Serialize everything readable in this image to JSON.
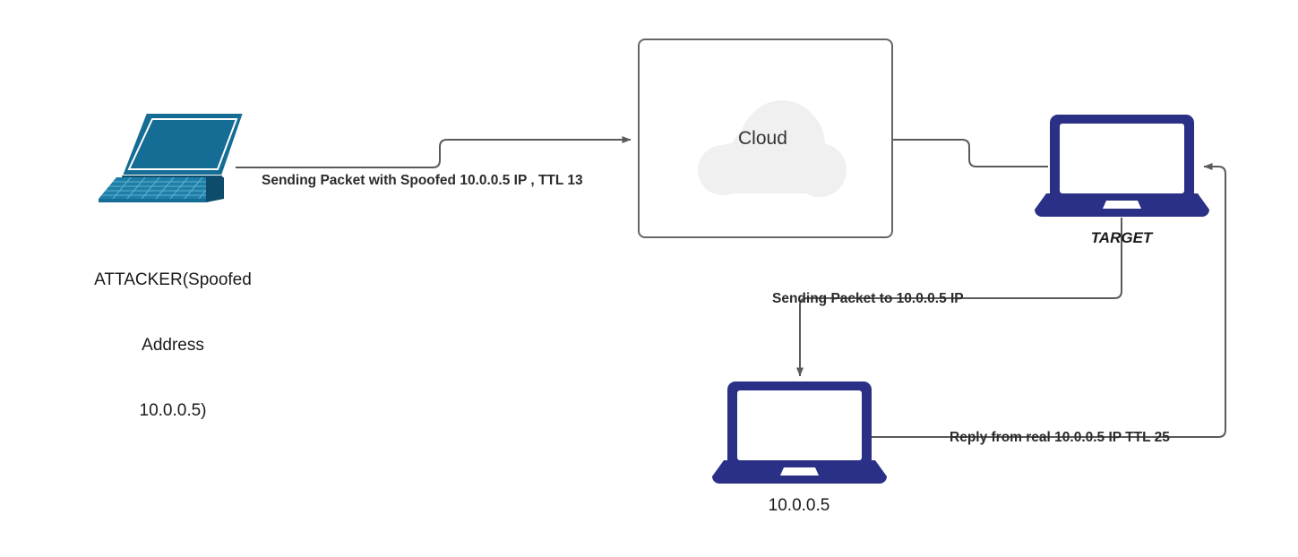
{
  "diagram": {
    "title": "IP Spoofing TTL Analysis Network Diagram",
    "background": "#ffffff",
    "colors": {
      "attacker_device": "#156C94",
      "target_device": "#2B3087",
      "wire": "#666666",
      "cloud_fill": "#F0F0F0",
      "box_border": "#666666",
      "text": "#1a1a1a",
      "edge_label_text": "#2b2b2b"
    }
  },
  "nodes": {
    "attacker": {
      "icon": "laptop-classic-icon",
      "label_line1": "ATTACKER(Spoofed",
      "label_line2": "Address",
      "label_line3": "10.0.0.5)"
    },
    "cloud": {
      "icon": "cloud-icon",
      "label": "Cloud"
    },
    "target": {
      "icon": "laptop-icon",
      "label": "TARGET"
    },
    "victim": {
      "icon": "laptop-icon",
      "label": "10.0.0.5"
    }
  },
  "edges": {
    "attacker_to_cloud": {
      "label": "Sending Packet with Spoofed 10.0.0.5 IP , TTL 13",
      "from": "attacker",
      "to": "cloud",
      "arrow": "end"
    },
    "cloud_to_target": {
      "label": "",
      "from": "cloud",
      "to": "target",
      "arrow": "none"
    },
    "target_to_victim": {
      "label": "Sending Packet to 10.0.0.5 IP",
      "from": "target",
      "to": "victim",
      "arrow": "end"
    },
    "victim_to_target": {
      "label": "Reply from real 10.0.0.5 IP TTL 25",
      "from": "victim",
      "to": "target",
      "arrow": "end"
    }
  }
}
